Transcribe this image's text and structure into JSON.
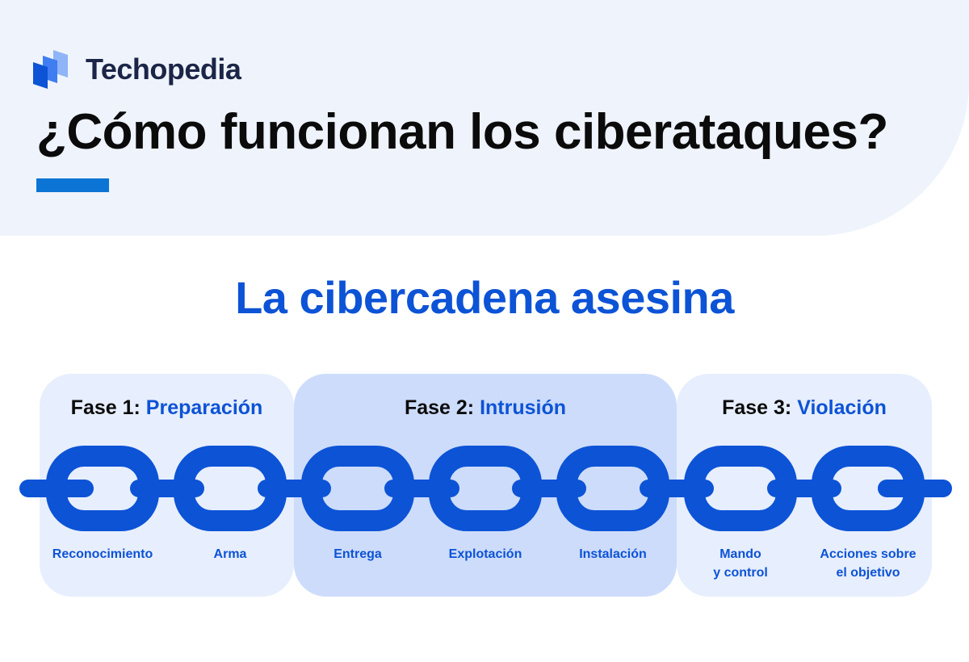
{
  "brand": {
    "name": "Techopedia",
    "logo_icon": "techopedia-logo-icon",
    "colors": {
      "dark": "#1b2547",
      "blue": "#0c53d6",
      "light": "#8fb4f7"
    }
  },
  "title": "¿Cómo funcionan los ciberataques?",
  "subtitle": "La cibercadena asesina",
  "colors": {
    "header_bg": "#eff3fc",
    "accent": "#0c74d5",
    "chain": "#0c53d6",
    "phase_light": "#e7eefd",
    "phase_mid": "#cddcfb"
  },
  "phases": [
    {
      "number": "Fase 1:",
      "name": "Preparación"
    },
    {
      "number": "Fase 2:",
      "name": "Intrusión"
    },
    {
      "number": "Fase 3:",
      "name": "Violación"
    }
  ],
  "links": [
    {
      "line1": "Reconocimiento",
      "line2": ""
    },
    {
      "line1": "Arma",
      "line2": ""
    },
    {
      "line1": "Entrega",
      "line2": ""
    },
    {
      "line1": "Explotación",
      "line2": ""
    },
    {
      "line1": "Instalación",
      "line2": ""
    },
    {
      "line1": "Mando",
      "line2": "y control"
    },
    {
      "line1": "Acciones sobre",
      "line2": "el objetivo"
    }
  ]
}
